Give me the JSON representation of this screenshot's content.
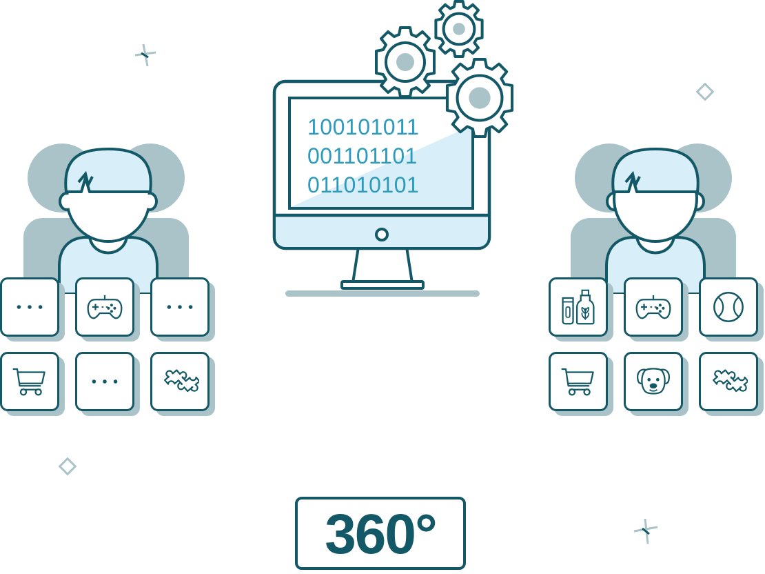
{
  "monitor": {
    "binary_lines": [
      "100101011",
      "001101101",
      "011010101"
    ]
  },
  "badge": {
    "label": "360°"
  },
  "colors": {
    "primary": "#135866",
    "accent_text": "#2a9bbd",
    "light_fill": "#d8eef8",
    "shadow": "#a9c3c9"
  },
  "left_tiles": [
    {
      "icon": "more-dots-icon"
    },
    {
      "icon": "gamepad-icon"
    },
    {
      "icon": "more-dots-icon"
    },
    {
      "icon": "shopping-cart-icon"
    },
    {
      "icon": "more-dots-icon"
    },
    {
      "icon": "puzzle-icon"
    }
  ],
  "right_tiles": [
    {
      "icon": "cosmetics-icon"
    },
    {
      "icon": "gamepad-icon"
    },
    {
      "icon": "ball-icon"
    },
    {
      "icon": "shopping-cart-icon"
    },
    {
      "icon": "dog-icon"
    },
    {
      "icon": "puzzle-icon"
    }
  ]
}
